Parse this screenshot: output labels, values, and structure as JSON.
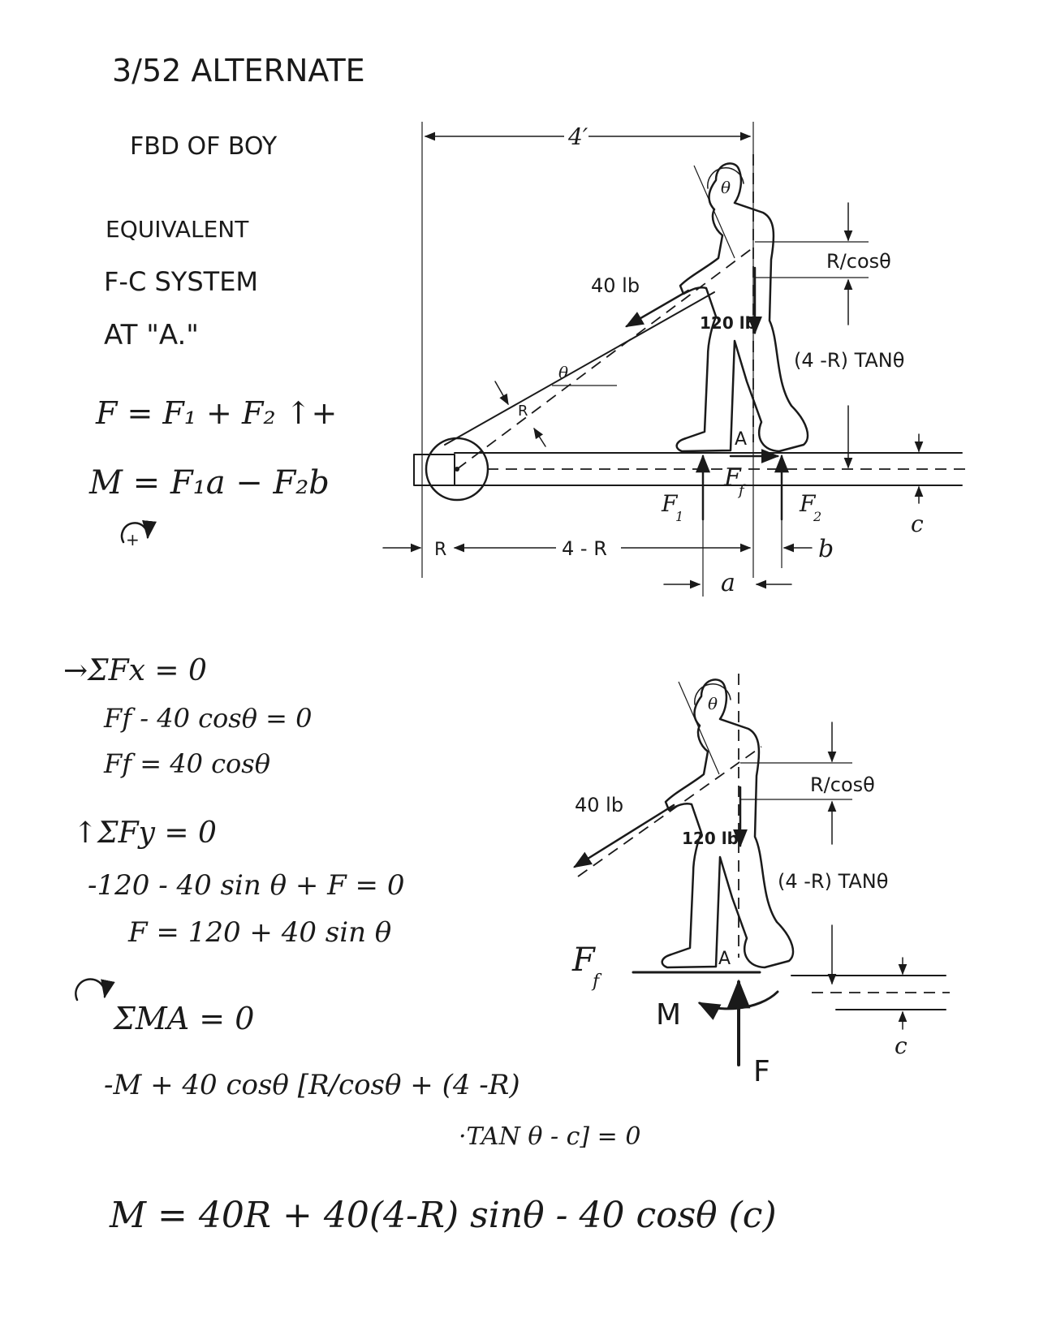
{
  "header": {
    "title": "3/52  ALTERNATE",
    "subtitle": "FBD  OF  BOY"
  },
  "statement": {
    "line1": "EQUIVALENT",
    "line2": "F-C  SYSTEM",
    "line3": "AT  \"A.\"",
    "force_eq": "F = F₁ + F₂  ↑+",
    "moment_eq": "M = F₁a − F₂b",
    "moment_sign": "+"
  },
  "figure1": {
    "dim_top": "4′",
    "theta_head": "θ",
    "load_handle": "40 lb",
    "load_weight": "120 lb",
    "theta_handle": "θ",
    "radius_label": "R",
    "point_a": "A",
    "friction": "F",
    "friction_sub": "f",
    "f1": "F",
    "f1_sub": "1",
    "f2": "F",
    "f2_sub": "2",
    "dim_r": "R",
    "dim_4r": "4 - R",
    "dim_b": "b",
    "dim_a": "a",
    "dim_c": "c",
    "dim_rcos": "R/cosθ",
    "dim_tan": "(4 -R) TANθ"
  },
  "equations": {
    "sum_fx": "→ΣFx = 0",
    "fx1": "Ff  - 40 cosθ  = 0",
    "fx2": "Ff  = 40 cosθ",
    "sum_fy": "↑ΣFy = 0",
    "fy1": "-120 - 40 sin θ + F = 0",
    "fy2": "F =  120 + 40 sin θ",
    "sum_ma": "ΣMA = 0",
    "ma1": "-M  + 40 cosθ [R/cosθ + (4 -R)",
    "ma2": "·TAN θ  - c] = 0",
    "result": "M  = 40R + 40(4-R) sinθ  - 40 cosθ (c)"
  },
  "figure2": {
    "theta_head": "θ",
    "load_handle": "40 lb",
    "load_weight": "120 lb",
    "point_a": "A",
    "friction": "F",
    "friction_sub": "f",
    "moment": "M",
    "force": "F",
    "dim_rcos": "R/cosθ",
    "dim_tan": "(4 -R) TANθ",
    "dim_c": "c"
  }
}
